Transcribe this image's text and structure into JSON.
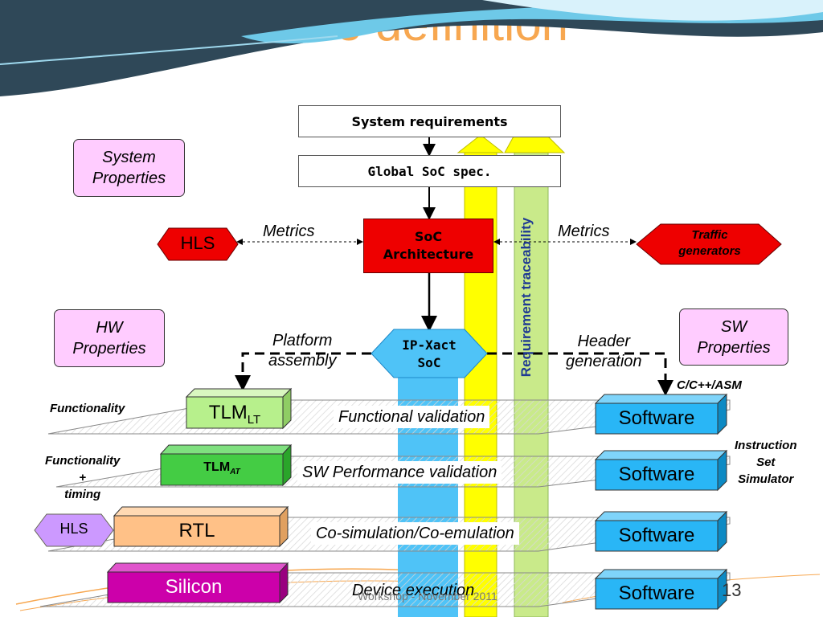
{
  "slide": {
    "title": "SoC Architecture definition",
    "footer": "Workshop - November 2011",
    "page_number": "13"
  },
  "flow": {
    "system_requirements": "System requirements",
    "global_spec": "Global SoC spec.",
    "soc_arch_line1": "SoC",
    "soc_arch_line2": "Architecture",
    "ipxact_line1": "IP-Xact",
    "ipxact_line2": "SoC",
    "traceability": "Requirement traceability"
  },
  "properties": {
    "system": [
      "System",
      "Properties"
    ],
    "hw": [
      "HW",
      "Properties"
    ],
    "sw": [
      "SW",
      "Properties"
    ]
  },
  "side_blocks": {
    "hls": "HLS",
    "traffic": [
      "Traffic",
      "generators"
    ],
    "metrics_left": "Metrics",
    "metrics_right": "Metrics",
    "platform": [
      "Platform",
      "assembly"
    ],
    "header": [
      "Header",
      "generation"
    ],
    "c_cpp_asm": "C/C++/ASM"
  },
  "levels": [
    {
      "hw": "TLM",
      "hw_sub": "LT",
      "desc": "Functional validation",
      "sw": "Software",
      "left_label": [
        "Functionality"
      ],
      "right_label": []
    },
    {
      "hw": "TLM",
      "hw_sub": "AT",
      "desc": "SW Performance validation",
      "sw": "Software",
      "left_label": [
        "Functionality",
        "+",
        "timing"
      ],
      "right_label": [
        "Instruction",
        "Set",
        "Simulator"
      ]
    },
    {
      "hw": "RTL",
      "hw_sub": "",
      "desc": "Co-simulation/Co-emulation",
      "sw": "Software",
      "left_hex": "HLS",
      "right_label": []
    },
    {
      "hw": "Silicon",
      "hw_sub": "",
      "desc": "Device execution",
      "sw": "Software",
      "right_label": []
    }
  ],
  "colors": {
    "title": "#f7a750",
    "soc_arch": "#ee0000",
    "ipxact": "#4fc3f7",
    "trace_yellow": "#ffff00",
    "trace_green": "#c9ea8a",
    "software_box": "#29b6f6",
    "tlm_lt": "#b7f08c",
    "tlm_at": "#44cc44",
    "rtl": "#ffc187",
    "silicon": "#cc00aa",
    "properties": "#ffccff"
  }
}
